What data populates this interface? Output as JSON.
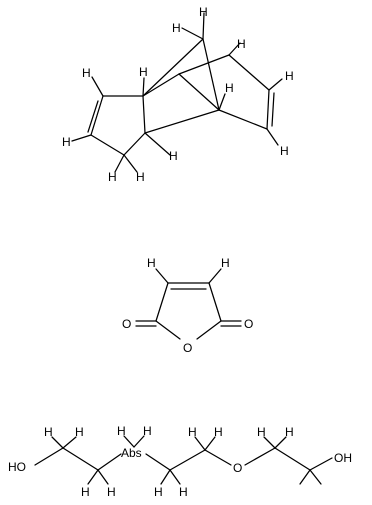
{
  "molecules": [
    {
      "id": "dicyclopentadiene",
      "labels": {
        "h1": "H",
        "h2": "H",
        "h3": "H",
        "h4": "H",
        "h5": "H",
        "h6": "H",
        "h7": "H",
        "h8": "H",
        "h9": "H",
        "h10": "H",
        "h11": "H",
        "h12": "H"
      }
    },
    {
      "id": "maleic-anhydride",
      "labels": {
        "h1": "H",
        "h2": "H",
        "o_left": "O",
        "o_ring": "O",
        "o_right": "O"
      }
    },
    {
      "id": "triethylene-glycol",
      "labels": {
        "ho": "HO",
        "abs": "Abs",
        "o_middle": "O",
        "oh": "OH",
        "h1": "H",
        "h2": "H",
        "h3": "H",
        "h4": "H",
        "h5": "H",
        "h6": "H",
        "h7": "H",
        "h8": "H",
        "h9": "H",
        "h10": "H",
        "h11": "H",
        "h12": "H"
      }
    }
  ]
}
